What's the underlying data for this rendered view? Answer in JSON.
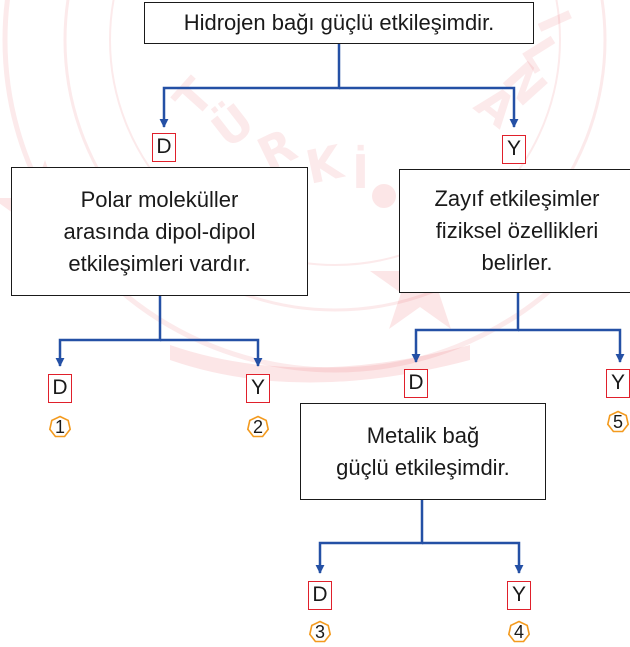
{
  "nodes": {
    "root": "Hidrojen bağı güçlü etkileşimdir.",
    "polar": [
      "Polar moleküller",
      "arasında dipol-dipol",
      "etkileşimleri vardır."
    ],
    "weak": [
      "Zayıf etkileşimler",
      "fiziksel özellikleri",
      "belirler."
    ],
    "metal": [
      "Metalik bağ",
      "güçlü etkileşimdir."
    ]
  },
  "tags": {
    "true_label": "D",
    "false_label": "Y"
  },
  "outcomes": [
    "1",
    "2",
    "3",
    "4",
    "5"
  ],
  "colors": {
    "connector": "#2450a5",
    "tag_border": "#e0202b",
    "badge_border": "#f39a1e",
    "watermark": "#e5323d"
  }
}
